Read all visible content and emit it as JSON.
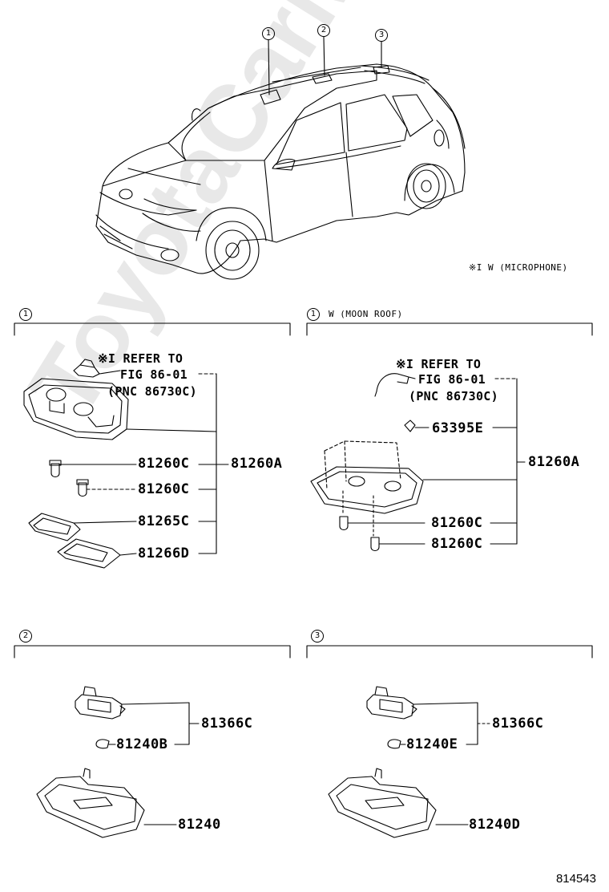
{
  "watermark": "ToyotaCarMine.ru",
  "diagram_code": "814543",
  "car_note": "※I  W (MICROPHONE)",
  "callouts": {
    "c1": "1",
    "c2": "2",
    "c3": "3"
  },
  "sections": {
    "s1": {
      "marker": "1"
    },
    "s1b": {
      "marker": "1",
      "title": "W (MOON ROOF)"
    },
    "s2": {
      "marker": "2"
    },
    "s3": {
      "marker": "3"
    }
  },
  "refer_left": {
    "line1": "※I REFER TO",
    "line2": "FIG 86-01",
    "line3": "(PNC 86730C)"
  },
  "refer_right": {
    "line1": "※I REFER TO",
    "line2": "FIG 86-01",
    "line3": "(PNC 86730C)"
  },
  "parts": {
    "p81260A_left": "81260A",
    "p81260C_l1": "81260C",
    "p81260C_l2": "81260C",
    "p81265C": "81265C",
    "p81266D": "81266D",
    "p63395E": "63395E",
    "p81260A_right": "81260A",
    "p81260C_r1": "81260C",
    "p81260C_r2": "81260C",
    "p81366C_l": "81366C",
    "p81240B": "81240B",
    "p81240": "81240",
    "p81366C_r": "81366C",
    "p81240E": "81240E",
    "p81240D": "81240D"
  }
}
